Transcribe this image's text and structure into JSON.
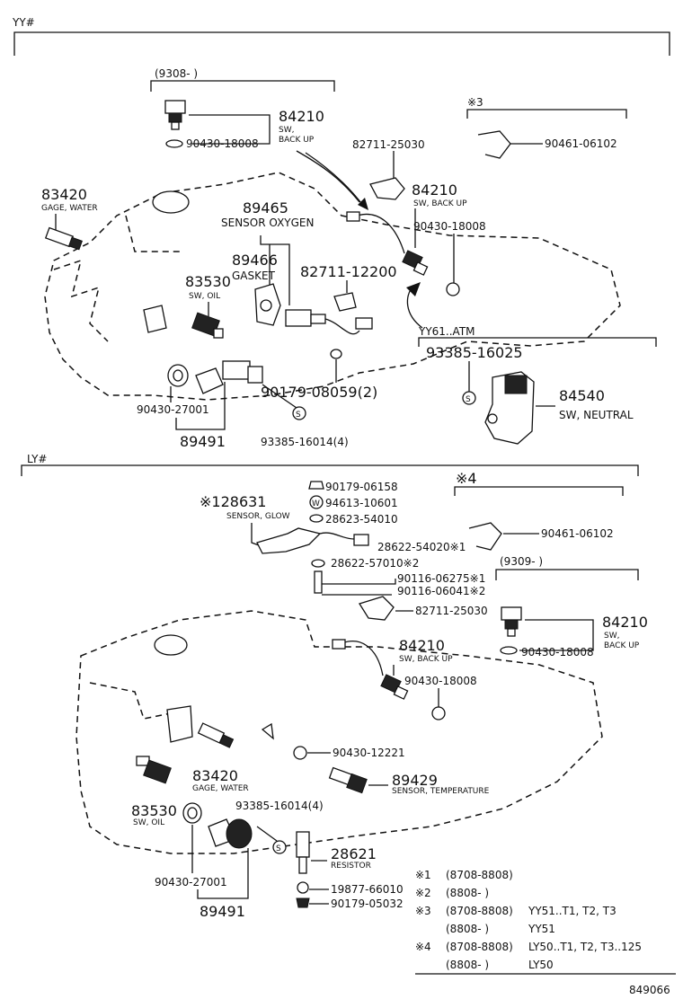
{
  "sections": {
    "yy": "YY#",
    "ly": "LY#"
  },
  "yy_parts": {
    "range_9308": "(9308-     )",
    "p84210_top": "84210",
    "p84210_top_desc": "SW,",
    "p84210_top_desc2": "BACK UP",
    "p90430_18008_top": "90430-18008",
    "p83420": "83420",
    "p83420_desc": "GAGE, WATER",
    "p89465": "89465",
    "p89465_desc": "SENSOR OXYGEN",
    "p89466": "89466",
    "p89466_desc": "GASKET",
    "p83530": "83530",
    "p83530_desc": "SW, OIL",
    "p82711_25030": "82711-25030",
    "p82711_12200": "82711-12200",
    "p84210_mid": "84210",
    "p84210_mid_desc": "SW, BACK UP",
    "p90430_18008_mid": "90430-18008",
    "note3": "※3",
    "p90461_06102": "90461-06102",
    "yy61": "YY61..ATM",
    "p93385_16025": "93385-16025",
    "p84540": "84540",
    "p84540_desc": "SW, NEUTRAL",
    "p90179_08059": "90179-08059(2)",
    "p90430_27001": "90430-27001",
    "p89491": "89491",
    "p93385_16014": "93385-16014(4)"
  },
  "ly_parts": {
    "p90179_06158": "90179-06158",
    "p94613_10601": "94613-10601",
    "p28623_54010": "28623-54010",
    "p28631": "※128631",
    "p28631_desc": "SENSOR, GLOW",
    "note4": "※4",
    "p90461_06102": "90461-06102",
    "p28622_54020": "28622-54020※1",
    "p28622_57010": "28622-57010※2",
    "p90116_06275": "90116-06275※1",
    "p90116_06041": "90116-06041※2",
    "range_9309": "(9309-      )",
    "p82711_25030": "82711-25030",
    "p84210_right": "84210",
    "p84210_right_desc": "SW,",
    "p84210_right_desc2": "BACK UP",
    "p90430_18008_right": "90430-18008",
    "p84210_center": "84210",
    "p84210_center_desc": "SW, BACK UP",
    "p90430_18008_center": "90430-18008",
    "p90430_12221": "90430-12221",
    "p83420": "83420",
    "p83420_desc": "GAGE, WATER",
    "p89429": "89429",
    "p89429_desc": "SENSOR, TEMPERATURE",
    "p83530": "83530",
    "p83530_desc": "SW, OIL",
    "p93385_16014": "93385-16014(4)",
    "p28621": "28621",
    "p28621_desc": "RESISTOR",
    "p90430_27001": "90430-27001",
    "p89491": "89491",
    "p19877_66010": "19877-66010",
    "p90179_05032": "90179-05032"
  },
  "legend": [
    {
      "mark": "※1",
      "range": "(8708-8808)",
      "models": ""
    },
    {
      "mark": "※2",
      "range": "(8808-      )",
      "models": ""
    },
    {
      "mark": "※3",
      "range": "(8708-8808)",
      "models": "YY51..T1, T2, T3"
    },
    {
      "mark": "",
      "range": "(8808-      )",
      "models": "YY51"
    },
    {
      "mark": "※4",
      "range": "(8708-8808)",
      "models": "LY50..T1, T2, T3..125"
    },
    {
      "mark": "",
      "range": "(8808-      )",
      "models": "LY50"
    }
  ],
  "figure_number": "849066",
  "icons": {
    "washer": "washer-icon",
    "s_circle": "s-marker-icon",
    "w_circle": "w-marker-icon"
  }
}
